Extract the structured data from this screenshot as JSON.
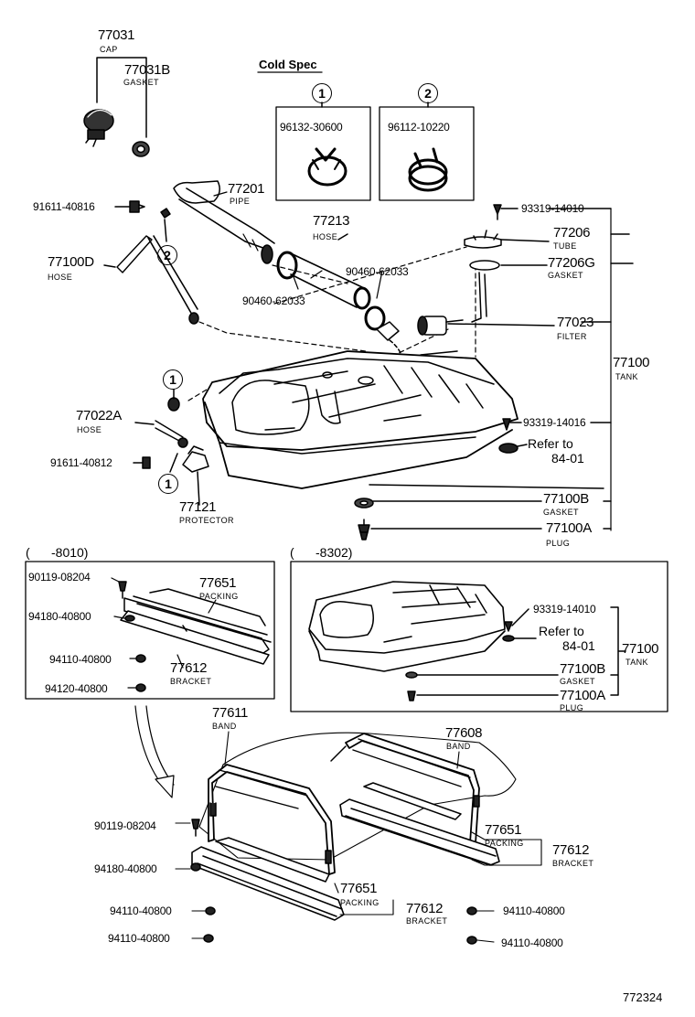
{
  "diagram_id": "772324",
  "cold_spec_title": "Cold Spec",
  "spec_markers": [
    "1",
    "2"
  ],
  "spec_boxes": [
    {
      "marker": "1",
      "part_no": "96132-30600"
    },
    {
      "marker": "2",
      "part_no": "96112-10220"
    }
  ],
  "top_labels": {
    "p77031": {
      "num": "77031",
      "name": "CAP"
    },
    "p77031B": {
      "num": "77031B",
      "name": "GASKET"
    },
    "p77201": {
      "num": "77201",
      "name": "PIPE"
    },
    "p77213": {
      "num": "77213",
      "name": "HOSE"
    },
    "p77100D": {
      "num": "77100D",
      "name": "HOSE"
    },
    "p91611a": {
      "num": "91611-40816"
    },
    "p90460a": {
      "num": "90460-62033"
    },
    "p90460b": {
      "num": "90460-62033"
    },
    "p93319a": {
      "num": "93319-14010"
    },
    "p77206": {
      "num": "77206",
      "name": "TUBE"
    },
    "p77206G": {
      "num": "77206G",
      "name": "GASKET"
    },
    "p77023": {
      "num": "77023",
      "name": "FILTER"
    },
    "p77100": {
      "num": "77100",
      "name": "TANK"
    },
    "p77022A": {
      "num": "77022A",
      "name": "HOSE"
    },
    "p93319b": {
      "num": "93319-14016"
    },
    "refer1": {
      "text": "Refer to",
      "page": "84-01"
    },
    "p91611b": {
      "num": "91611-40812"
    },
    "p77121": {
      "num": "77121",
      "name": "PROTECTOR"
    },
    "p77100B": {
      "num": "77100B",
      "name": "GASKET"
    },
    "p77100A": {
      "num": "77100A",
      "name": "PLUG"
    }
  },
  "left_box": {
    "range": "(      -8010)",
    "p90119": "90119-08204",
    "p77651": {
      "num": "77651",
      "name": "PACKING"
    },
    "p94180": "94180-40800",
    "p94110": "94110-40800",
    "p77612": {
      "num": "77612",
      "name": "BRACKET"
    },
    "p94120": "94120-40800"
  },
  "right_box": {
    "range": "(      -8302)",
    "p93319": "93319-14010",
    "refer": {
      "text": "Refer to",
      "page": "84-01"
    },
    "p77100": {
      "num": "77100",
      "name": "TANK"
    },
    "p77100B": {
      "num": "77100B",
      "name": "GASKET"
    },
    "p77100A": {
      "num": "77100A",
      "name": "PLUG"
    }
  },
  "bottom_labels": {
    "p77611": {
      "num": "77611",
      "name": "BAND"
    },
    "p77608": {
      "num": "77608",
      "name": "BAND"
    },
    "p90119": "90119-08204",
    "p77651a": {
      "num": "77651",
      "name": "PACKING"
    },
    "p77612a": {
      "num": "77612",
      "name": "BRACKET"
    },
    "p94180": "94180-40800",
    "p77651b": {
      "num": "77651",
      "name": "PACKING"
    },
    "p77612b": {
      "num": "77612",
      "name": "BRACKET"
    },
    "p94110a": "94110-40800",
    "p94110b": "94110-40800",
    "p94110c": "94110-40800",
    "p94110d": "94110-40800"
  }
}
